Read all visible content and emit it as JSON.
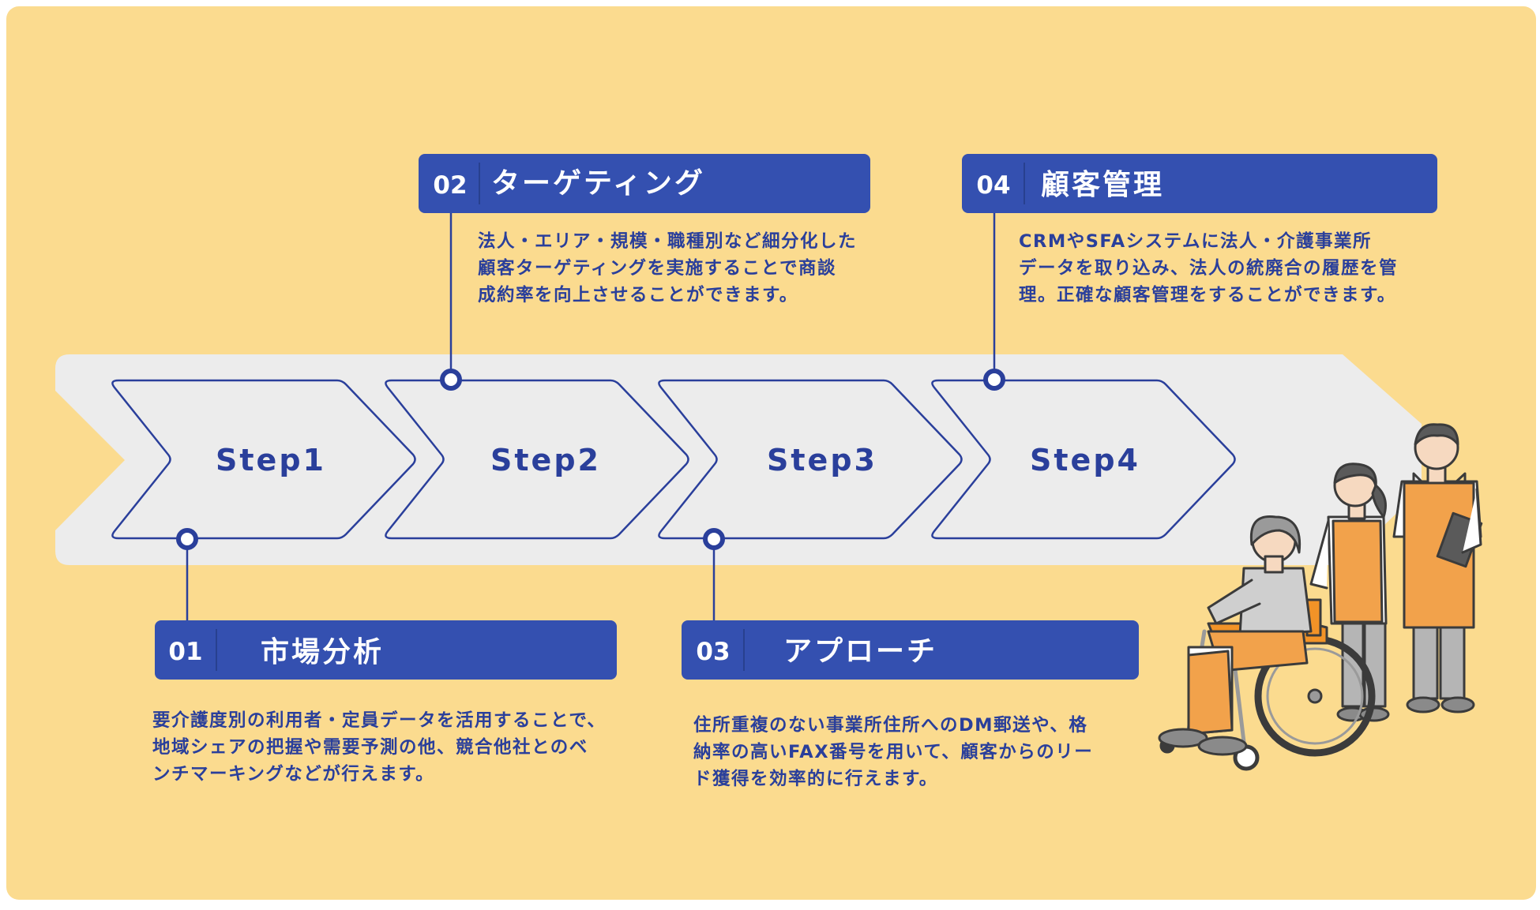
{
  "colors": {
    "background": "#fbdb8f",
    "band": "#ececec",
    "accent": "#3450b0",
    "text": "#2a3f9b",
    "header_text": "#ffffff"
  },
  "steps": [
    {
      "label": "Step1"
    },
    {
      "label": "Step2"
    },
    {
      "label": "Step3"
    },
    {
      "label": "Step4"
    }
  ],
  "cards": [
    {
      "num": "01",
      "title": "市場分析",
      "lines": [
        "要介護度別の利用者・定員データを活用することで、",
        "地域シェアの把握や需要予測の他、競合他社とのベ",
        "ンチマーキングなどが行えます。"
      ]
    },
    {
      "num": "02",
      "title": "ターゲティング",
      "lines": [
        "法人・エリア・規模・職種別など細分化した",
        "顧客ターゲティングを実施することで商談",
        "成約率を向上させることができます。"
      ]
    },
    {
      "num": "03",
      "title": "アプローチ",
      "lines": [
        "住所重複のない事業所住所へのDM郵送や、格",
        "納率の高いFAX番号を用いて、顧客からのリー",
        "ド獲得を効率的に行えます。"
      ]
    },
    {
      "num": "04",
      "title": "顧客管理",
      "lines": [
        "CRMやSFAシステムに法人・介護事業所",
        "データを取り込み、法人の統廃合の履歴を管",
        "理。正確な顧客管理をすることができます。"
      ]
    }
  ],
  "illustration": {
    "icon": "caregivers-with-wheelchair-icon"
  }
}
